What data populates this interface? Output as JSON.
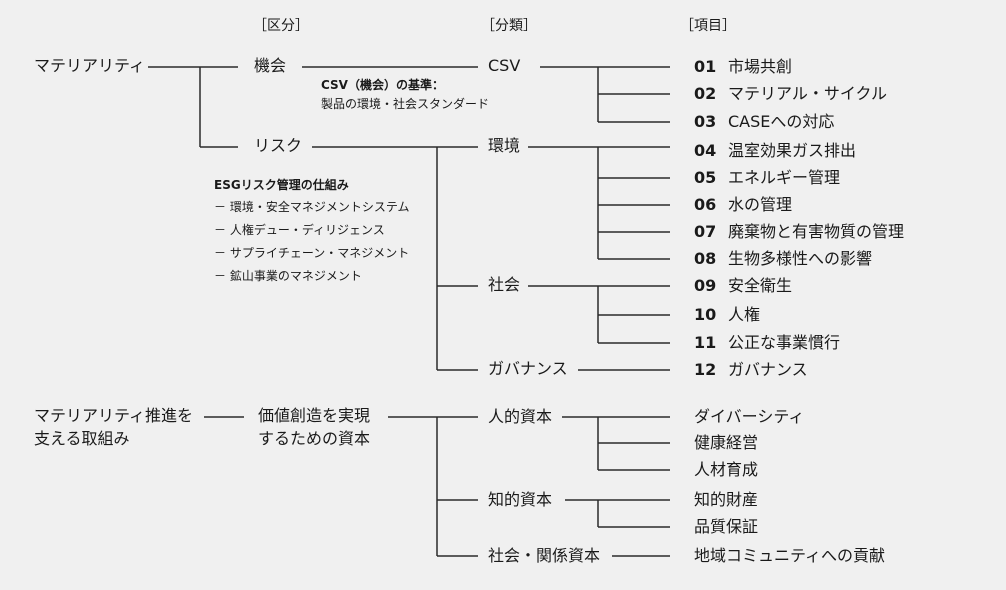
{
  "headers": {
    "category": "［区分］",
    "classification": "［分類］",
    "item": "［項目］"
  },
  "root1": "マテリアリティ",
  "opportunity": "機会",
  "risk": "リスク",
  "csv": "CSV",
  "csv_note": {
    "title": "CSV（機会）の基準：",
    "body": "製品の環境・社会スタンダード"
  },
  "esg_note": {
    "title": "ESGリスク管理の仕組み",
    "items": [
      "－ 環境・安全マネジメントシステム",
      "－ 人権デュー・ディリジェンス",
      "－ サプライチェーン・マネジメント",
      "－ 鉱山事業のマネジメント"
    ]
  },
  "environment": "環境",
  "society": "社会",
  "governance_class": "ガバナンス",
  "items": [
    {
      "num": "01",
      "label": "市場共創"
    },
    {
      "num": "02",
      "label": "マテリアル・サイクル"
    },
    {
      "num": "03",
      "label": "CASEへの対応"
    },
    {
      "num": "04",
      "label": "温室効果ガス排出"
    },
    {
      "num": "05",
      "label": "エネルギー管理"
    },
    {
      "num": "06",
      "label": "水の管理"
    },
    {
      "num": "07",
      "label": "廃棄物と有害物質の管理"
    },
    {
      "num": "08",
      "label": "生物多様性への影響"
    },
    {
      "num": "09",
      "label": "安全衛生"
    },
    {
      "num": "10",
      "label": "人権"
    },
    {
      "num": "11",
      "label": "公正な事業慣行"
    },
    {
      "num": "12",
      "label": "ガバナンス"
    }
  ],
  "root2": {
    "line1": "マテリアリティ推進を",
    "line2": "支える取組み"
  },
  "capital": {
    "line1": "価値創造を実現",
    "line2": "するための資本"
  },
  "human_capital": "人的資本",
  "intellectual_capital": "知的資本",
  "social_capital": "社会・関係資本",
  "capital_items": [
    "ダイバーシティ",
    "健康経営",
    "人材育成",
    "知的財産",
    "品質保証",
    "地域コミュニティへの貢献"
  ]
}
